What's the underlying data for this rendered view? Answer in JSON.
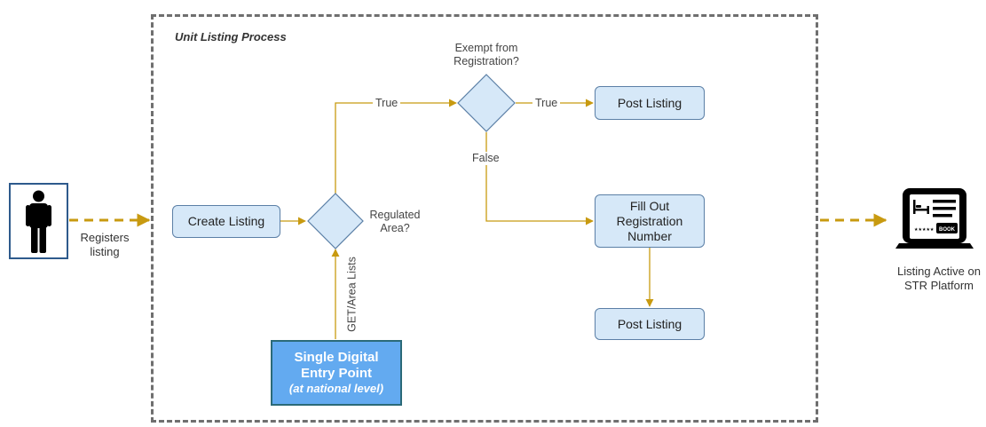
{
  "process": {
    "title": "Unit Listing Process"
  },
  "actor": {
    "icon": "person-icon",
    "label_line1": "Registers",
    "label_line2": "listing"
  },
  "nodes": {
    "create_listing": "Create Listing",
    "regulated_area_line1": "Regulated",
    "regulated_area_line2": "Area?",
    "exempt_line1": "Exempt from",
    "exempt_line2": "Registration?",
    "post_listing_top": "Post Listing",
    "fill_out_line1": "Fill Out",
    "fill_out_line2": "Registration",
    "fill_out_line3": "Number",
    "post_listing_bottom": "Post Listing"
  },
  "edges": {
    "regulated_true": "True",
    "exempt_true": "True",
    "exempt_false": "False",
    "get_area_lists": "GET/Area Lists"
  },
  "sdep": {
    "line1": "Single Digital",
    "line2": "Entry Point",
    "subtitle": "(at national level)"
  },
  "platform": {
    "icon": "laptop-booking-icon",
    "book_label": "BOOK",
    "stars": "★★★★★",
    "label_line1": "Listing Active on",
    "label_line2": "STR Platform"
  },
  "colors": {
    "arrow": "#c89a10",
    "box_fill": "#d6e8f8",
    "box_border": "#5b7fa6",
    "sdep_fill": "#63aaf0",
    "sdep_border": "#2b6a78",
    "frame": "#6f6f6f"
  }
}
